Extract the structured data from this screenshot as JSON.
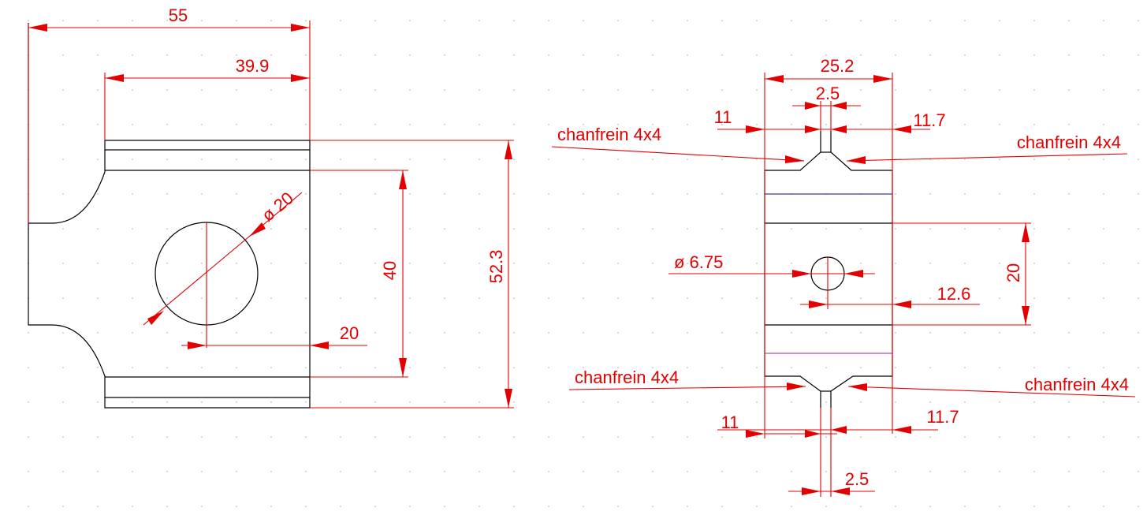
{
  "colors": {
    "geometry": "#000000",
    "dimension": "#e30000",
    "blue_hidden": "#3a3aa8",
    "purple_hidden": "#9a5aa8",
    "background": "#ffffff"
  },
  "left_view": {
    "dim_overall_width": "55",
    "dim_body_width": "39.9",
    "dim_hole_diameter": "ø 20",
    "dim_inner_height": "40",
    "dim_overall_height": "52.3",
    "dim_hole_offset": "20"
  },
  "right_view": {
    "dim_width": "25.2",
    "dim_slot_top": "2.5",
    "dim_left_top": "11",
    "dim_right_top": "11.7",
    "chamfer_top_left": "chanfrein 4x4",
    "chamfer_top_right": "chanfrein 4x4",
    "dim_hole_diameter": "ø 6.75",
    "dim_hole_offset": "12.6",
    "dim_band_height": "20",
    "chamfer_bottom_left": "chanfrein 4x4",
    "chamfer_bottom_right": "chanfrein 4x4",
    "dim_left_bottom": "11",
    "dim_right_bottom": "11.7",
    "dim_slot_bottom": "2.5"
  }
}
